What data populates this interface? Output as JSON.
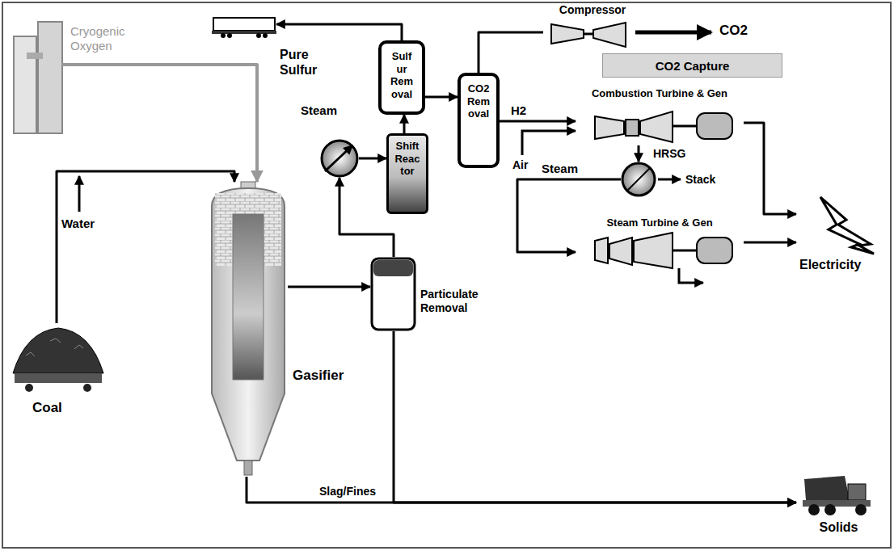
{
  "diagram": {
    "nodes": [
      {
        "text": [
          "Cryogenic Oxygen"
        ]
      },
      {
        "text": [
          "Coal"
        ]
      },
      {
        "text": [
          "Gasifier"
        ]
      },
      {
        "text": [
          "Particulate Removal"
        ]
      },
      {
        "text": [
          "Steam"
        ]
      },
      {
        "text": [
          "Shift Reac tor"
        ]
      },
      {
        "text": [
          "Sulf ur Rem oval"
        ]
      },
      {
        "text": [
          "Pure Sulfur"
        ]
      },
      {
        "text": [
          "CO2 Rem oval"
        ]
      },
      {
        "text": [
          "Compressor"
        ]
      },
      {
        "text": [
          "CO2 Capture"
        ]
      },
      {
        "text": [
          "Combustion Turbine & Gen"
        ]
      },
      {
        "text": [
          "HRSG"
        ]
      },
      {
        "text": [
          "Steam Turbine & Gen"
        ]
      },
      {
        "text": [
          "Electricity"
        ]
      },
      {
        "text": [
          "Solids"
        ]
      }
    ],
    "edges": [
      {
        "from": 0,
        "to": 2,
        "arrow": "to"
      },
      {
        "from": 1,
        "to": 2,
        "arrow": "to"
      },
      {
        "from": 2,
        "to": 3,
        "arrow": "to"
      },
      {
        "from": 3,
        "to": 4,
        "arrow": "to"
      },
      {
        "from": 4,
        "to": 5,
        "arrow": "to"
      },
      {
        "from": 5,
        "to": 6,
        "arrow": "to"
      },
      {
        "from": 6,
        "to": 7,
        "arrow": "to"
      },
      {
        "from": 6,
        "to": 8,
        "arrow": "to"
      },
      {
        "from": 8,
        "to": 9,
        "arrow": "none"
      },
      {
        "from": 8,
        "to": 11,
        "label": "H2",
        "arrow": "to"
      },
      {
        "from": 11,
        "to": 12,
        "arrow": "to"
      },
      {
        "from": 11,
        "to": 14,
        "arrow": "to"
      },
      {
        "from": 12,
        "to": 13,
        "label": "Steam",
        "arrow": "to"
      },
      {
        "from": 13,
        "to": 14,
        "arrow": "to"
      },
      {
        "from": 2,
        "to": 15,
        "arrow": "to"
      },
      {
        "from": 3,
        "to": 15,
        "arrow": "to"
      }
    ],
    "labels": [
      "Water",
      "CO2",
      "Air",
      "Stack",
      "Slag/Fines"
    ]
  }
}
